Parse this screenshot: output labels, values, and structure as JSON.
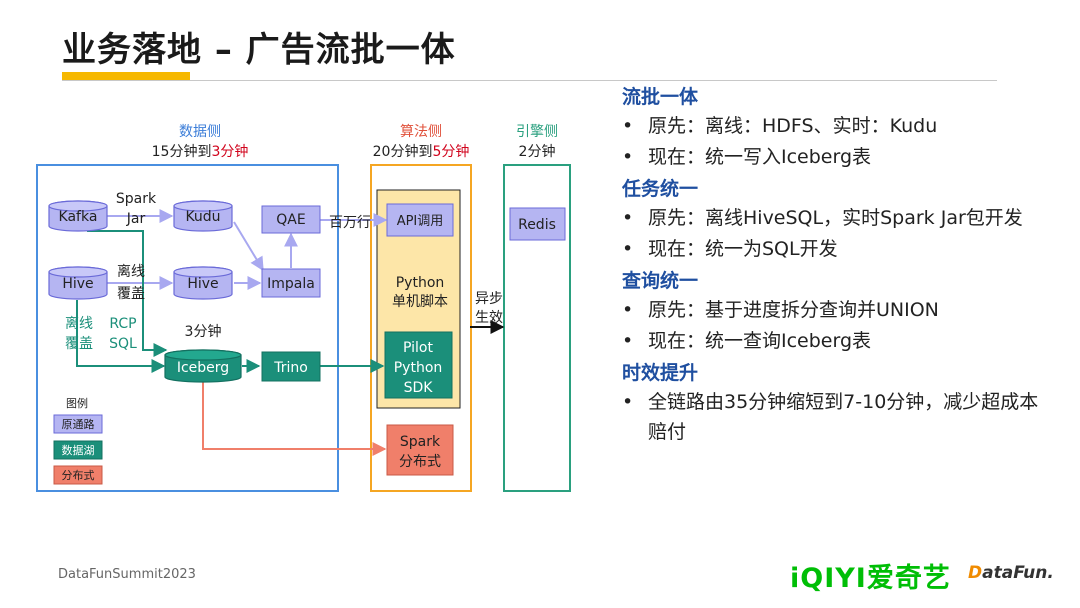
{
  "slide": {
    "title": "业务落地 – 广告流批一体",
    "footer": "DataFunSummit2023"
  },
  "logos": {
    "iqiyi": "iQIYI爱奇艺",
    "datafun_d": "D",
    "datafun_rest": "ataFun."
  },
  "colors": {
    "accent": "#f6b800",
    "heading_blue": "#1f4fa0",
    "data_blue": "#4a8fe0",
    "algo_orange": "#f5a623",
    "engine_green": "#2aa07f",
    "lake_teal": "#1b8f7a",
    "dist_red": "#f07f6a"
  },
  "diagram": {
    "data_side": {
      "label": "数据侧",
      "latency_prefix": "15分钟到",
      "latency_highlight": "3分钟"
    },
    "algo_side": {
      "label": "算法侧",
      "latency_prefix": "20分钟到",
      "latency_highlight": "5分钟"
    },
    "engine_side": {
      "label": "引擎侧",
      "latency": "2分钟"
    },
    "nodes": {
      "kafka": "Kafka",
      "kudu": "Kudu",
      "qae": "QAE",
      "hive_src": "Hive",
      "hive_dst": "Hive",
      "impala": "Impala",
      "iceberg": "Iceberg",
      "trino": "Trino",
      "api": "API调用",
      "python_script_1": "Python",
      "python_script_2": "单机脚本",
      "pilot_1": "Pilot",
      "pilot_2": "Python",
      "pilot_3": "SDK",
      "spark_dist_1": "Spark",
      "spark_dist_2": "分布式",
      "redis": "Redis"
    },
    "edge_labels": {
      "spark_jar_1": "Spark",
      "spark_jar_2": "Jar",
      "offline_1": "离线",
      "offline_2": "覆盖",
      "offline_green_1": "离线",
      "offline_green_2": "覆盖",
      "rcp_1": "RCP",
      "rcp_2": "SQL",
      "three_min": "3分钟",
      "million_rows": "百万行",
      "async_1": "异步",
      "async_2": "生效"
    },
    "legend": {
      "title": "图例",
      "original": "原通路",
      "lake": "数据湖",
      "distributed": "分布式"
    }
  },
  "sections": [
    {
      "title": "流批一体",
      "bullets": [
        "原先：离线：HDFS、实时：Kudu",
        "现在：统一写入Iceberg表"
      ]
    },
    {
      "title": "任务统一",
      "bullets": [
        "原先：离线HiveSQL，实时Spark Jar包开发",
        "现在：统一为SQL开发"
      ]
    },
    {
      "title": "查询统一",
      "bullets": [
        "原先：基于进度拆分查询并UNION",
        "现在：统一查询Iceberg表"
      ]
    },
    {
      "title": "时效提升",
      "bullets": [
        "全链路由35分钟缩短到7-10分钟，减少超成本赔付"
      ]
    }
  ]
}
